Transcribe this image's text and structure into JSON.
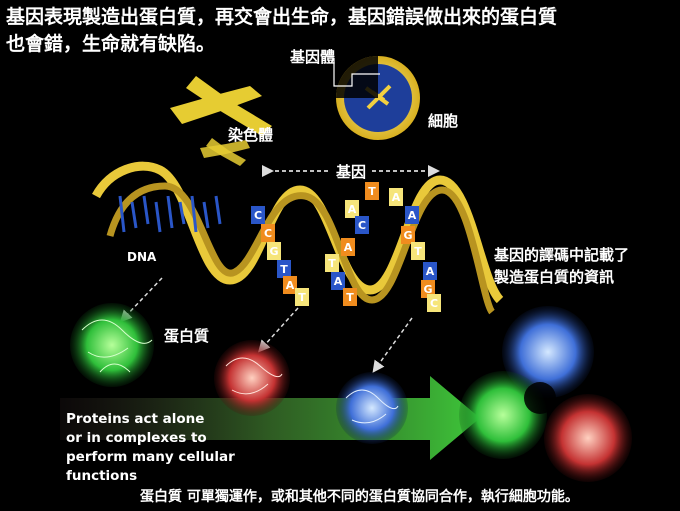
{
  "title_lines": [
    "基因表現製造出蛋白質，再交會出生命，基因錯誤做出來的蛋白質",
    "也會錯，生命就有缺陷。"
  ],
  "labels": {
    "gene_body": "基因體",
    "cell": "細胞",
    "chromosome": "染色體",
    "gene": "基因",
    "dna": "DNA",
    "protein": "蛋白質",
    "gene_info_line1": "基因的譯碼中記載了",
    "gene_info_line2": "製造蛋白質的資訊"
  },
  "bases_left": [
    "C",
    "C",
    "G",
    "T",
    "A",
    "T"
  ],
  "bases_right": [
    "T",
    "A",
    "C",
    "A",
    "T",
    "A",
    "T",
    "A",
    "A",
    "G",
    "T",
    "A",
    "G",
    "C"
  ],
  "english_caption": [
    "Proteins act alone",
    "or in complexes to",
    "perform many cellular",
    "functions"
  ],
  "bottom_caption": "蛋白質 可單獨運作，或和其他不同的蛋白質協同合作，執行細胞功能。",
  "colors": {
    "background": "#000000",
    "helix": "#e9c93a",
    "base_blue": "#2a56c8",
    "base_orange": "#f08c1e",
    "base_yellow": "#f6e57a",
    "protein_green": "#3dd44a",
    "protein_red": "#d33a3a",
    "protein_blue": "#4a7ee0",
    "arrow_green": "#3ea83a"
  }
}
